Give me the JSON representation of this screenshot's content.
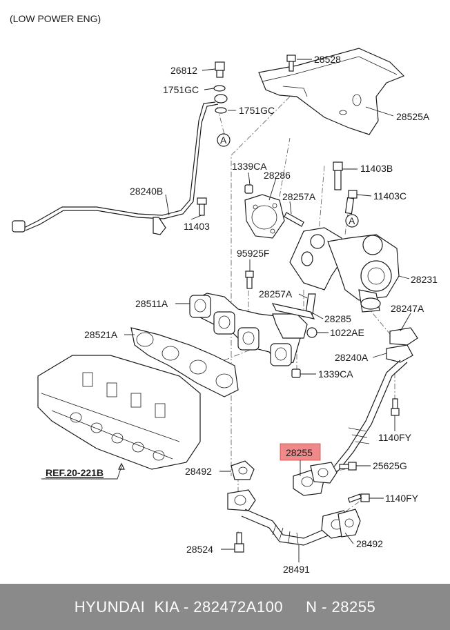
{
  "header_note": "(LOW POWER ENG)",
  "callouts": {
    "part_26812": "26812",
    "part_1751gc_a": "1751GC",
    "part_1751gc_b": "1751GC",
    "ref_a_1": "A",
    "part_28528": "28528",
    "part_28525a": "28525A",
    "part_1339ca_a": "1339CA",
    "part_28286": "28286",
    "part_11403b": "11403B",
    "part_28257a_a": "28257A",
    "part_11403c": "11403C",
    "part_28240b": "28240B",
    "part_11403": "11403",
    "ref_a_2": "A",
    "part_95925f": "95925F",
    "part_28231": "28231",
    "part_28511a": "28511A",
    "part_28257a_b": "28257A",
    "part_28247a": "28247A",
    "part_28285": "28285",
    "part_1022ae": "1022AE",
    "part_28521a": "28521A",
    "part_28240a": "28240A",
    "part_1339ca_b": "1339CA",
    "part_1140fy_a": "1140FY",
    "part_28255": "28255",
    "part_25625g": "25625G",
    "part_ref_20_221b": "REF.20-221B",
    "part_28492_a": "28492",
    "part_1140fy_b": "1140FY",
    "part_28524": "28524",
    "part_28492_b": "28492",
    "part_28491": "28491"
  },
  "footer": {
    "text": "HYUNDAI  KIA - 282472A100     N - 28255"
  },
  "colors": {
    "highlight": "#f08a8a",
    "footer_bg": "#8a8a8a"
  }
}
